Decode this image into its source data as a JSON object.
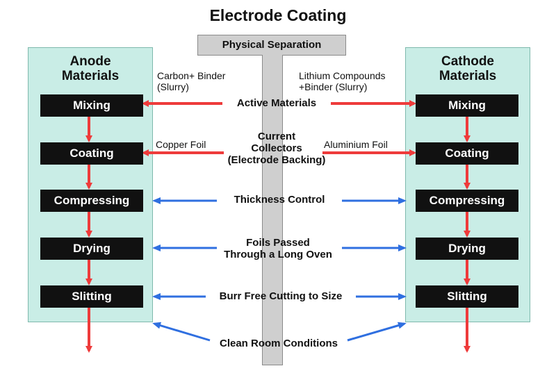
{
  "title": "Electrode Coating",
  "separator": {
    "label": "Physical Separation"
  },
  "anode": {
    "heading": "Anode\nMaterials",
    "steps": [
      "Mixing",
      "Coating",
      "Compressing",
      "Drying",
      "Slitting"
    ]
  },
  "cathode": {
    "heading": "Cathode\nMaterials",
    "steps": [
      "Mixing",
      "Coating",
      "Compressing",
      "Drying",
      "Slitting"
    ]
  },
  "center_labels": {
    "active_materials": "Active Materials",
    "current_collectors": "Current\nCollectors\n(Electrode Backing)",
    "thickness_control": "Thickness Control",
    "foils_passed": "Foils Passed\nThrough a Long Oven",
    "burr_free": "Burr Free Cutting to Size",
    "clean_room": "Clean Room Conditions"
  },
  "side_notes": {
    "anode_slurry": "Carbon+ Binder\n(Slurry)",
    "cathode_slurry": "Lithium Compounds\n+Binder (Slurry)",
    "anode_foil": "Copper Foil",
    "cathode_foil": "Aluminium Foil"
  },
  "colors": {
    "panel": "#c9ede6",
    "step_box": "#111111",
    "red_arrow": "#ee3b3b",
    "blue_arrow": "#2f6fe0",
    "separator": "#cfcfcf"
  }
}
